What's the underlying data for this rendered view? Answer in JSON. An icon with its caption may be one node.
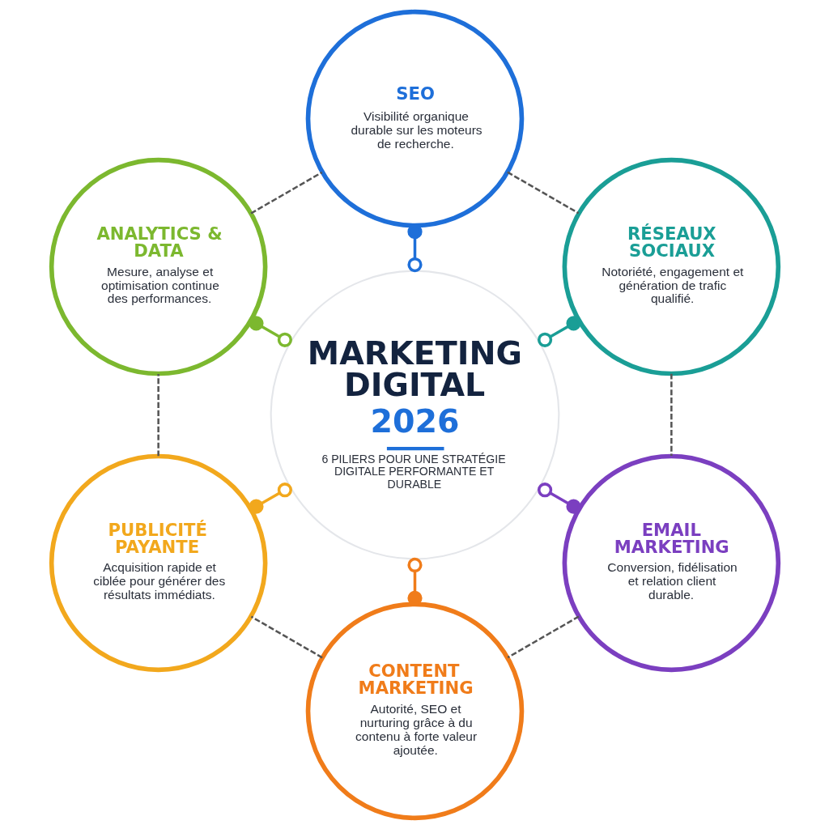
{
  "diagram": {
    "nodes": [
      {
        "text": [
          "SEO",
          "Visibilité organique durable sur les moteurs de recherche."
        ]
      },
      {
        "text": [
          "ANALYTICS & DATA",
          "Mesure, analyse et optimisation continue des performances."
        ]
      },
      {
        "text": [
          "RÉSEAUX SOCIAUX",
          "Notoriété, engagement et génération de trafic qualifié."
        ]
      },
      {
        "text": [
          "MARKETING DIGITAL",
          "2026",
          "6 PILIERS POUR UNE STRATÉGIE DIGITALE PERFORMANTE ET DURABLE"
        ]
      },
      {
        "text": [
          "PUBLICITÉ PAYANTE",
          "Acquisition rapide et ciblée pour générer des résultats immédiats."
        ]
      },
      {
        "text": [
          "EMAIL MARKETING",
          "Conversion, fidélisation et relation client durable."
        ]
      },
      {
        "text": [
          "CONTENT MARKETING",
          "Autorité, SEO et nurturing grâce à du contenu à forte valeur ajoutée."
        ]
      }
    ],
    "edges": [
      {
        "from": 3,
        "to": 0,
        "arrow": "other",
        "color": "#1e6fd9"
      },
      {
        "from": 3,
        "to": 2,
        "arrow": "other",
        "color": "#1a9e96"
      },
      {
        "from": 3,
        "to": 5,
        "arrow": "other",
        "color": "#7b3fc0"
      },
      {
        "from": 3,
        "to": 6,
        "arrow": "other",
        "color": "#f07c1a"
      },
      {
        "from": 3,
        "to": 4,
        "arrow": "other",
        "color": "#f2a81d"
      },
      {
        "from": 3,
        "to": 1,
        "arrow": "other",
        "color": "#7cb82f"
      },
      {
        "from": 0,
        "to": 2,
        "arrow": "none",
        "style": "dashed",
        "color": "#555555"
      },
      {
        "from": 2,
        "to": 5,
        "arrow": "none",
        "style": "dashed",
        "color": "#555555"
      },
      {
        "from": 5,
        "to": 6,
        "arrow": "none",
        "style": "dashed",
        "color": "#555555"
      },
      {
        "from": 6,
        "to": 4,
        "arrow": "none",
        "style": "dashed",
        "color": "#555555"
      },
      {
        "from": 4,
        "to": 1,
        "arrow": "none",
        "style": "dashed",
        "color": "#555555"
      },
      {
        "from": 1,
        "to": 0,
        "arrow": "none",
        "style": "dashed",
        "color": "#555555"
      }
    ]
  }
}
